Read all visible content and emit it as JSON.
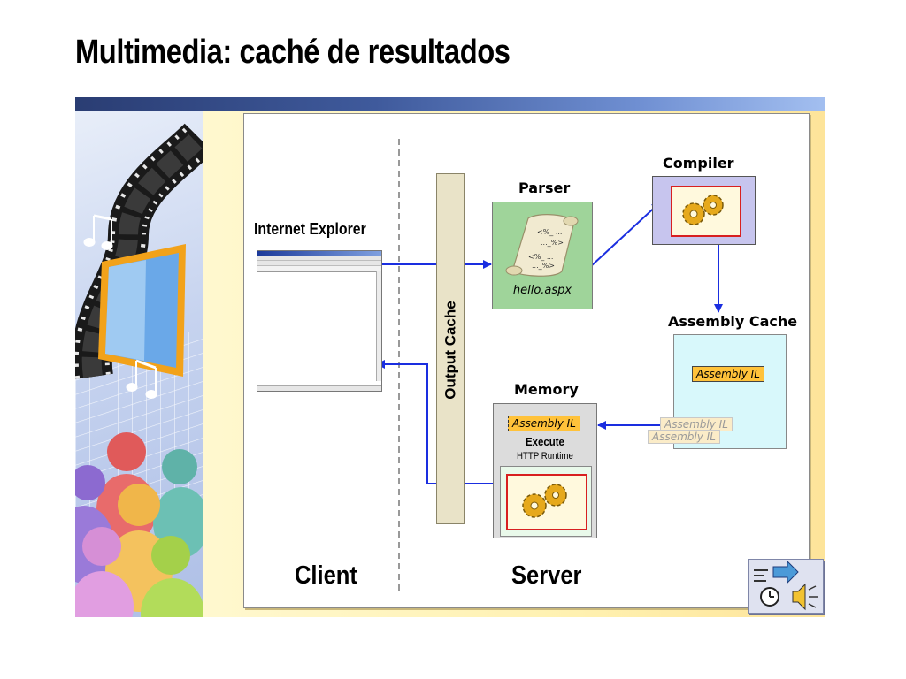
{
  "title": "Multimedia: caché de resultados",
  "diagram": {
    "internet_explorer": "Internet Explorer",
    "output_cache": "Output Cache",
    "parser": "Parser",
    "parser_file": "hello.aspx",
    "parser_code_1": "<%_ ...",
    "parser_code_2": "..._%>",
    "compiler": "Compiler",
    "assembly_cache": "Assembly Cache",
    "assembly_il": "Assembly IL",
    "memory": "Memory",
    "execute": "Execute",
    "http_runtime": "HTTP Runtime",
    "client": "Client",
    "server": "Server"
  },
  "colors": {
    "arrow": "#1a2ee0",
    "parser_fill": "#9fd49a",
    "compiler_fill": "#c7c5ee",
    "assembly_cache_fill": "#d8f8fb",
    "memory_fill": "#dcdcdc",
    "assembly_il_fill": "#ffc23a",
    "gear": "#e6a91c"
  },
  "icons": [
    "film-strip-icon",
    "music-notes-icon",
    "people-icon",
    "gear-icon",
    "scroll-icon",
    "sound-play-icon"
  ]
}
